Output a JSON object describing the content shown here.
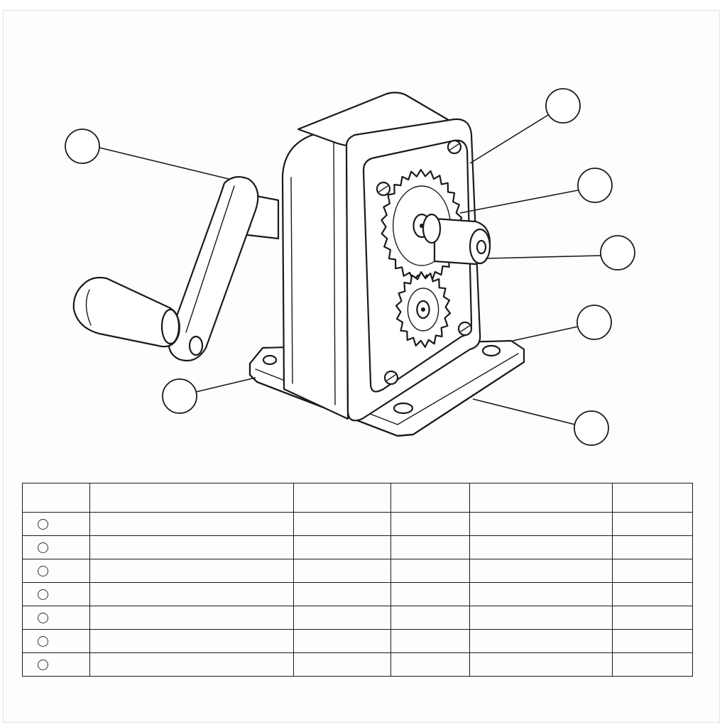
{
  "callouts": [
    {
      "id": "crank-handle",
      "label": ""
    },
    {
      "id": "housing",
      "label": ""
    },
    {
      "id": "gear",
      "label": ""
    },
    {
      "id": "shaft-end",
      "label": ""
    },
    {
      "id": "mounting-hole",
      "label": ""
    },
    {
      "id": "base-left",
      "label": ""
    },
    {
      "id": "base-plate",
      "label": ""
    }
  ],
  "parts_table": {
    "headers": [
      "",
      "",
      "",
      "",
      "",
      ""
    ],
    "rows": [
      [
        "",
        "",
        "",
        "",
        ""
      ],
      [
        "",
        "",
        "",
        "",
        ""
      ],
      [
        "",
        "",
        "",
        "",
        ""
      ],
      [
        "",
        "",
        "",
        "",
        ""
      ],
      [
        "",
        "",
        "",
        "",
        ""
      ],
      [
        "",
        "",
        "",
        "",
        ""
      ],
      [
        "",
        "",
        "",
        "",
        ""
      ]
    ]
  }
}
